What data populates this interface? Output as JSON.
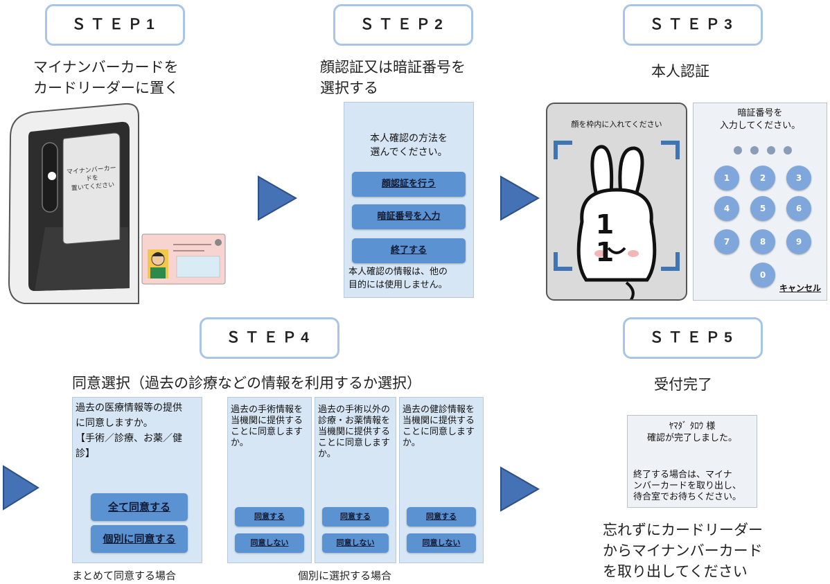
{
  "step1": {
    "label": "ＳＴＥＰ1",
    "caption_line1": "マイナンバーカードを",
    "caption_line2": "カードリーダーに置く",
    "reader_screen_line1": "マイナンバーカードを",
    "reader_screen_line2": "置いてください"
  },
  "step2": {
    "label": "ＳＴＥＰ2",
    "caption_line1": "顔認証又は暗証番号を",
    "caption_line2": "選択する",
    "prompt_line1": "本人確認の方法を",
    "prompt_line2": "選んでください。",
    "buttons": [
      "顔認証を行う",
      "暗証番号を入力",
      "終了する"
    ],
    "note_line1": "本人確認の情報は、他の",
    "note_line2": "目的には使用しません。"
  },
  "step3": {
    "label": "ＳＴＥＰ3",
    "caption": "本人認証",
    "face_prompt": "顔を枠内に入れてください",
    "pin_prompt_line1": "暗証番号を",
    "pin_prompt_line2": "入力してください。",
    "keys": [
      "1",
      "2",
      "3",
      "4",
      "5",
      "6",
      "7",
      "8",
      "9",
      "0"
    ],
    "cancel": "キャンセル",
    "mascot_text": "1 1"
  },
  "step4": {
    "label": "ＳＴＥＰ4",
    "caption": "同意選択（過去の診療などの情報を利用するか選択）",
    "bulk_text_line1": "過去の医療情報等の提供",
    "bulk_text_line2": "に同意しますか。",
    "bulk_text_line3": "【手術／診療、お薬／健",
    "bulk_text_line4": "診】",
    "bulk_agree_all": "全て同意する",
    "bulk_agree_individual": "個別に同意する",
    "bulk_caption": "まとめて同意する場合",
    "individual_caption": "個別に選択する場合",
    "panels": [
      {
        "l1": "過去の手術情報を",
        "l2": "当機関に提供する",
        "l3": "ことに同意します",
        "l4": "か。",
        "l5": "",
        "agree": "同意する",
        "disagree": "同意しない"
      },
      {
        "l1": "過去の手術以外の",
        "l2": "診療・お薬情報を",
        "l3": "当機関に提供する",
        "l4": "ことに同意します",
        "l5": "か。",
        "agree": "同意する",
        "disagree": "同意しない"
      },
      {
        "l1": "過去の健診情報を",
        "l2": "当機関に提供する",
        "l3": "ことに同意します",
        "l4": "か。",
        "l5": "",
        "agree": "同意する",
        "disagree": "同意しない"
      }
    ]
  },
  "step5": {
    "label": "ＳＴＥＰ5",
    "caption": "受付完了",
    "name_line": "ﾔﾏﾀﾞ ﾀﾛｳ 様",
    "confirm_line": "確認が完了しました。",
    "end_line1": "終了する場合は、マイナ",
    "end_line2": "ンバーカードを取り出し、",
    "end_line3": "待合室でお待ちください。",
    "reminder_line1": "忘れずにカードリーダー",
    "reminder_line2": "からマイナンバーカード",
    "reminder_line3": "を取り出してください"
  },
  "colors": {
    "step_border": "#a8c4e6",
    "screen_bg": "#d7e6f4",
    "button": "#5a92d2",
    "arrow": "#4472b4"
  }
}
